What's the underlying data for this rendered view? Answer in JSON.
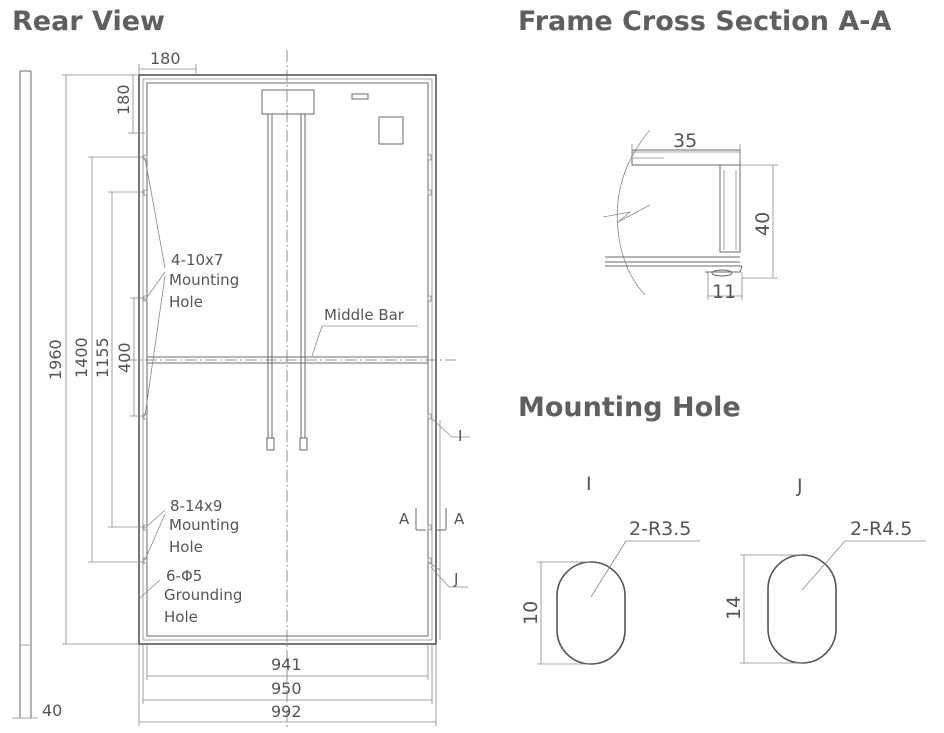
{
  "headings": {
    "rear_view": "Rear View",
    "frame_cross_section": "Frame Cross Section A-A",
    "mounting_hole": "Mounting Hole"
  },
  "rear_view": {
    "dim_top_180": "180",
    "dim_side_180": "180",
    "dim_1960": "1960",
    "dim_1400": "1400",
    "dim_1155": "1155",
    "dim_400": "400",
    "dim_941": "941",
    "dim_950": "950",
    "dim_992": "992",
    "dim_40": "40",
    "label_4_holes": "4-10x7",
    "label_4_holes_l2": "Mounting",
    "label_4_holes_l3": "Hole",
    "label_8_holes": "8-14x9",
    "label_8_holes_l2": "Mounting",
    "label_8_holes_l3": "Hole",
    "label_ground": "6-Φ5",
    "label_ground_l2": "Grounding",
    "label_ground_l3": "Hole",
    "label_middle_bar": "Middle Bar",
    "marker_I": "I",
    "marker_J": "J",
    "section_A_left": "A",
    "section_A_right": "A"
  },
  "cross_section": {
    "dim_35": "35",
    "dim_40": "40",
    "dim_11": "11"
  },
  "mounting_hole": {
    "I": {
      "label": "I",
      "radius": "2-R3.5",
      "height": "10"
    },
    "J": {
      "label": "J",
      "radius": "2-R4.5",
      "height": "14"
    }
  }
}
